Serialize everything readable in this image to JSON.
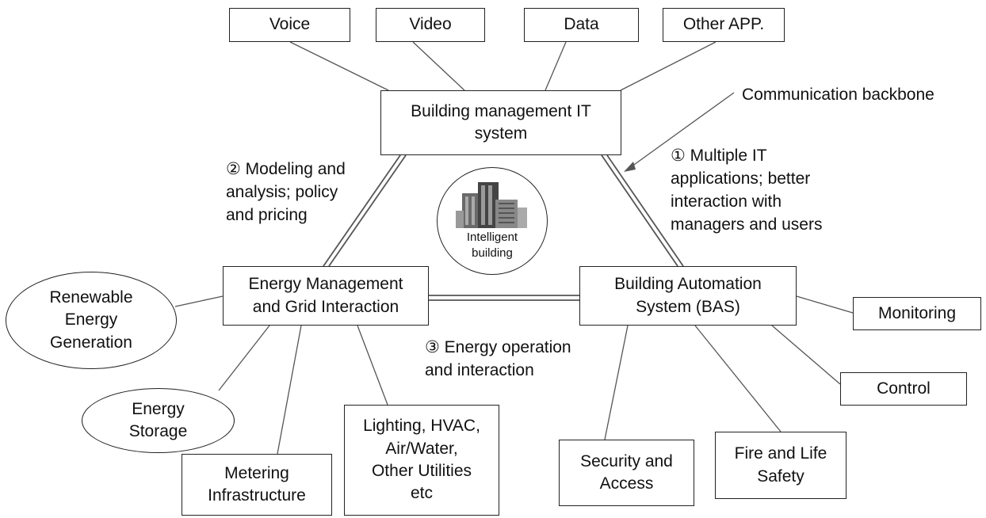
{
  "nodes": {
    "voice": "Voice",
    "video": "Video",
    "data": "Data",
    "other_app": "Other APP.",
    "it_system": "Building management  IT\nsystem",
    "energy_mgmt": "Energy Management\nand Grid Interaction",
    "bas": "Building Automation\nSystem (BAS)",
    "renewable": "Renewable\nEnergy\nGeneration",
    "storage": "Energy\nStorage",
    "metering": "Metering\nInfrastructure",
    "lighting": "Lighting, HVAC,\nAir/Water,\nOther Utilities\netc",
    "security": "Security and\nAccess",
    "fire": "Fire and Life\nSafety",
    "monitoring": "Monitoring",
    "control": "Control",
    "center": "Intelligent\nbuilding"
  },
  "labels": {
    "backbone": "Communication backbone",
    "link1": "① Multiple IT\napplications; better\ninteraction with\nmanagers and users",
    "link2": "② Modeling and\nanalysis; policy\nand pricing",
    "link3": "③ Energy operation\nand interaction"
  },
  "colors": {
    "line": "#444444",
    "border": "#222222",
    "background": "#ffffff"
  },
  "icons": {
    "center": "buildings-icon"
  }
}
